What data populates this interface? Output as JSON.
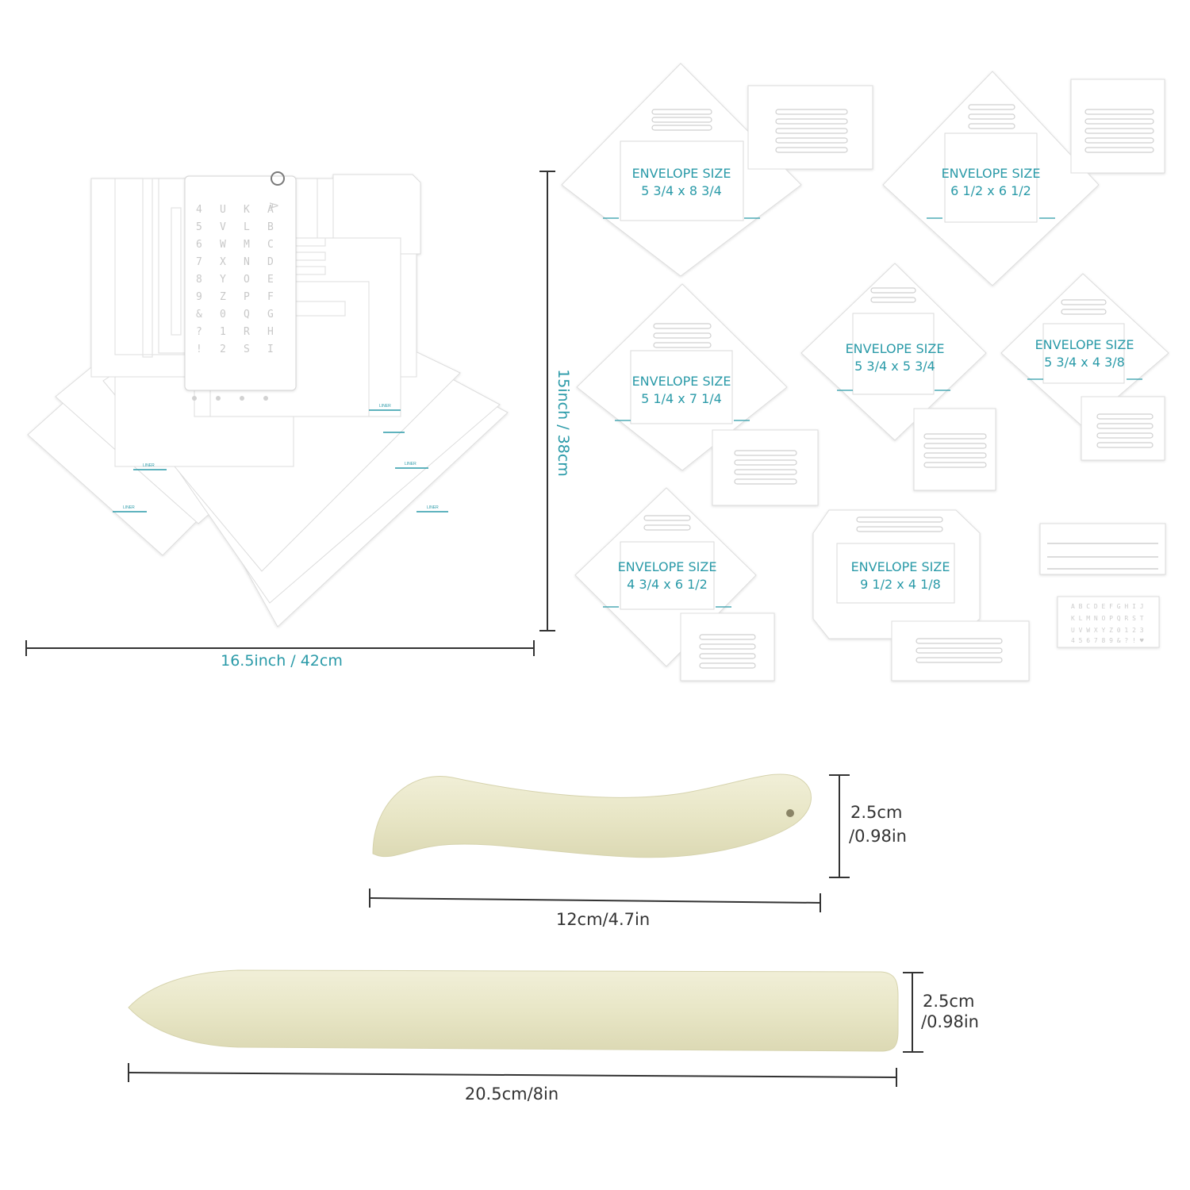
{
  "colors": {
    "accent": "#2a9aa8",
    "template": "#ffffff",
    "template_edge": "#d8d8d8",
    "folder": "#ece9cf",
    "line": "#333333"
  },
  "envelopes": [
    {
      "title": "ENVELOPE SIZE",
      "size": "5 3/4 x 8 3/4"
    },
    {
      "title": "ENVELOPE SIZE",
      "size": "6 1/2 x 6 1/2"
    },
    {
      "title": "ENVELOPE SIZE",
      "size": "5 1/4 x 7 1/4"
    },
    {
      "title": "ENVELOPE SIZE",
      "size": "5 3/4 x 5 3/4"
    },
    {
      "title": "ENVELOPE SIZE",
      "size": "5 3/4 x 4 3/8"
    },
    {
      "title": "ENVELOPE SIZE",
      "size": "4 3/4 x 6 1/2"
    },
    {
      "title": "ENVELOPE SIZE",
      "size": "9 1/2 x 4 1/8"
    }
  ],
  "stack": {
    "width": "16.5inch / 42cm",
    "height": "15inch / 38cm",
    "liner_label": "LINER",
    "alphabet": "ABCDEFGHIJKLMNOPQRSTUVWXYZ0123456789&?!"
  },
  "folders": {
    "small": {
      "height_cm": "2.5cm",
      "height_in": "/0.98in",
      "length": "12cm/4.7in"
    },
    "large": {
      "height_cm": "2.5cm",
      "height_in": "/0.98in",
      "length": "20.5cm/8in"
    }
  }
}
